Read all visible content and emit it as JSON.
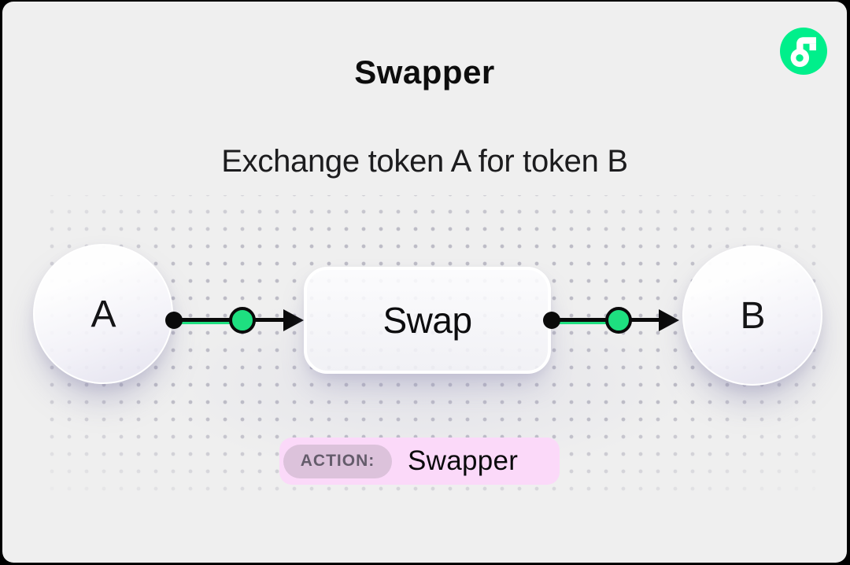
{
  "header": {
    "title": "Swapper",
    "subtitle": "Exchange token A for token B"
  },
  "logo": {
    "name": "flow-logo",
    "brand_green": "#00EF8B"
  },
  "diagram": {
    "token_a": "A",
    "process": "Swap",
    "token_b": "B",
    "flow_order": [
      "A",
      "Swap",
      "B"
    ],
    "marker_green": "#1EDF80",
    "line_color": "#0A0A0A"
  },
  "action_badge": {
    "label": "ACTION:",
    "value": "Swapper",
    "pill_color": "#FBD9F9",
    "label_pill_color": "#DCC2DB",
    "label_text_color": "#645C6B"
  },
  "background": {
    "card_color": "#EFEFEF",
    "outer_color": "#000000",
    "dot_color": "#BDBCC6"
  }
}
